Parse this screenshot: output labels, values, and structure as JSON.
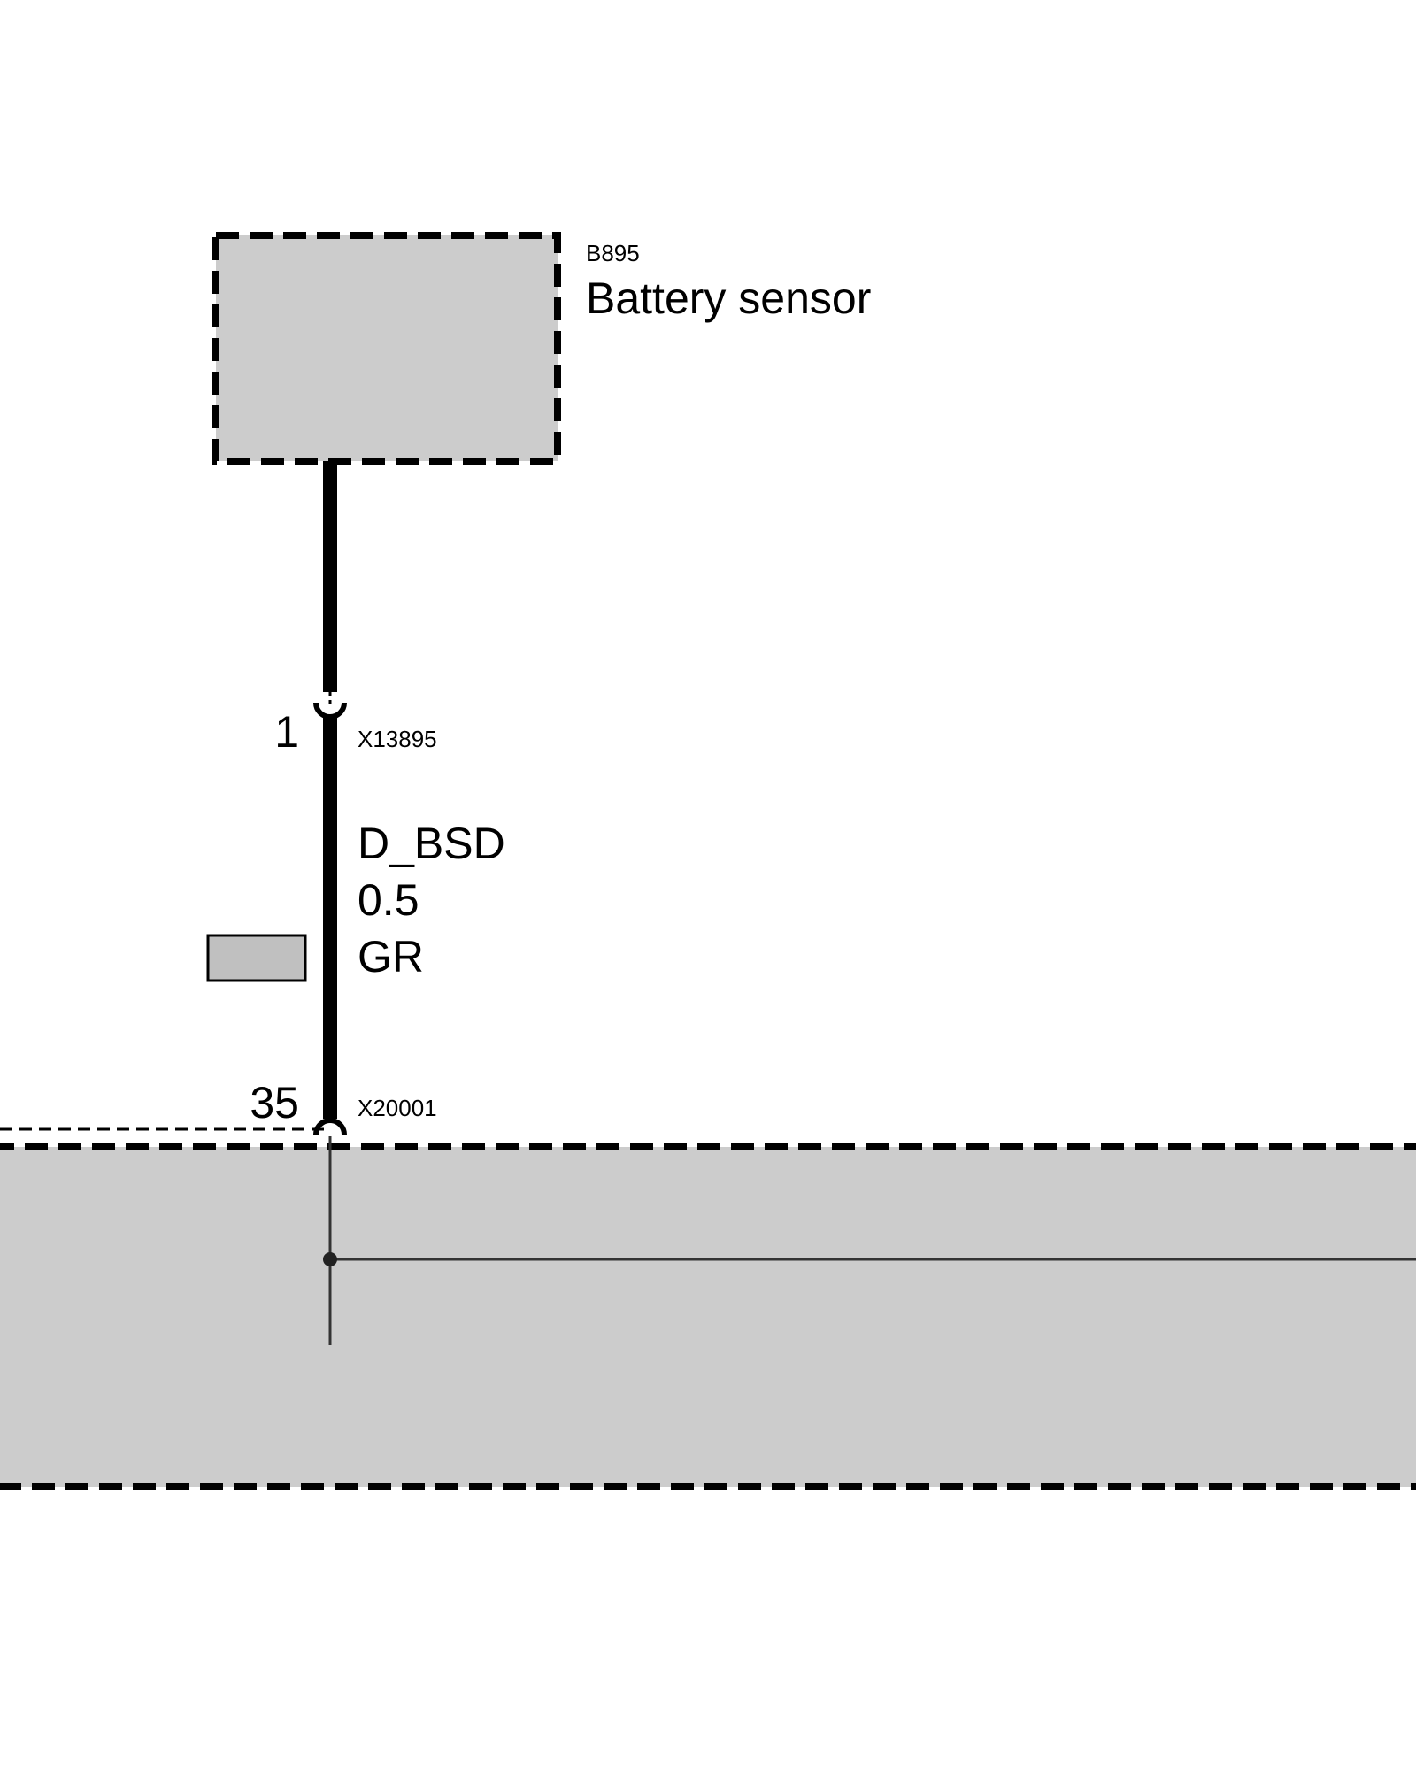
{
  "components": {
    "sensor": {
      "id": "B895",
      "name": "Battery sensor",
      "fill_color": "#cccccc"
    },
    "lower_unit": {
      "fill_color": "#cccccc"
    }
  },
  "connectors": {
    "top": {
      "id": "X13895",
      "pin": "1"
    },
    "bottom": {
      "id": "X20001",
      "pin": "35"
    }
  },
  "wire": {
    "signal": "D_BSD",
    "gauge": "0.5",
    "color_code": "GR",
    "swatch_color": "#c0c0c0"
  }
}
